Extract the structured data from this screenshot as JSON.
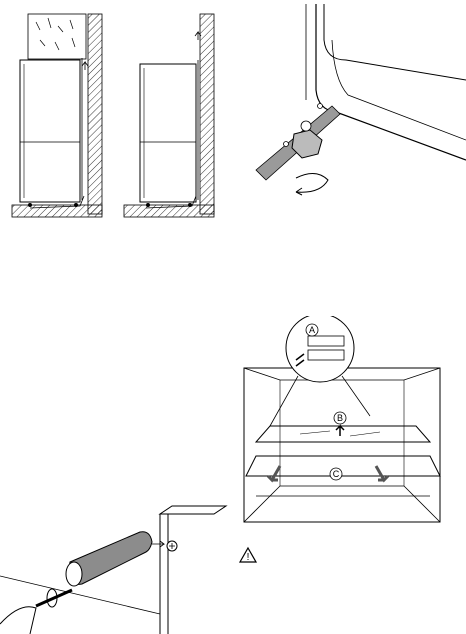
{
  "figures": {
    "ventilation": {
      "label": ""
    },
    "leveling_foot": {
      "label": ""
    },
    "handle": {
      "label": ""
    },
    "shelves": {
      "callout_a": "A",
      "callout_b": "B",
      "callout_c": "C"
    }
  },
  "warning": {
    "icon": "warning-triangle-icon",
    "glyph": "!"
  }
}
